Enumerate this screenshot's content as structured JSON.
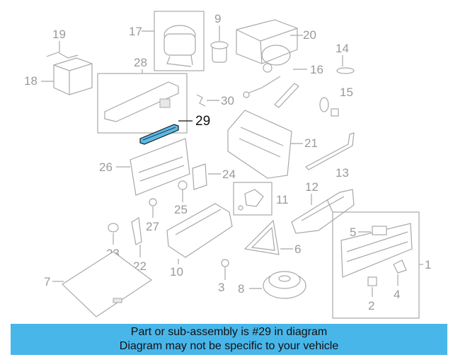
{
  "highlight_color": "#5ab9e6",
  "banner": {
    "line1": "Part or sub-assembly is #29 in diagram",
    "line2": "Diagram may not be specific to your vehicle",
    "background": "#49b6ea"
  },
  "callouts": {
    "n1": "1",
    "n2": "2",
    "n3": "3",
    "n4": "4",
    "n5": "5",
    "n6": "6",
    "n7": "7",
    "n8": "8",
    "n9": "9",
    "n10": "10",
    "n11": "11",
    "n12": "12",
    "n13": "13",
    "n14": "14",
    "n15": "15",
    "n16": "16",
    "n17": "17",
    "n18": "18",
    "n19": "19",
    "n20": "20",
    "n21": "21",
    "n22": "22",
    "n23": "23",
    "n24": "24",
    "n25": "25",
    "n26": "26",
    "n27": "27",
    "n28": "28",
    "n29": "29",
    "n30": "30"
  }
}
